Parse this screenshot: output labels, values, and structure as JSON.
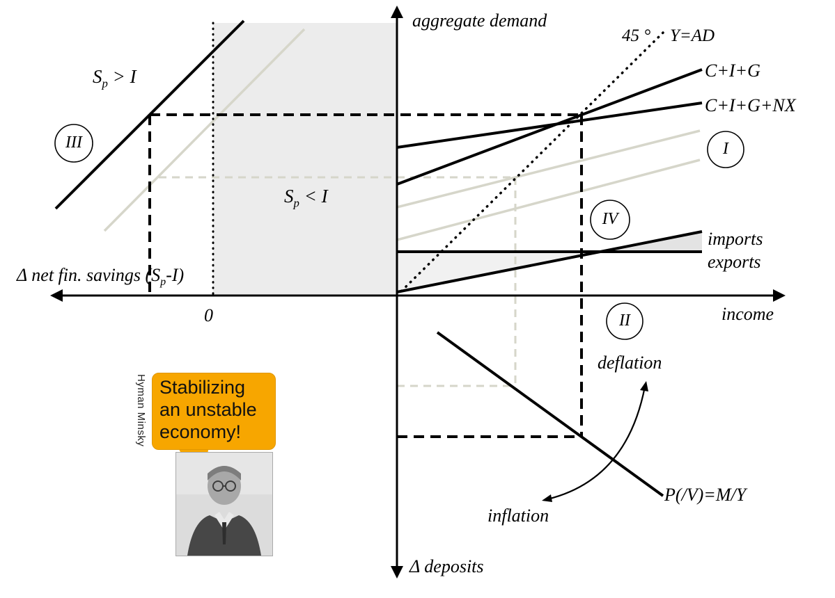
{
  "colors": {
    "bubble": "#F7A600",
    "shade": "#ECECEC",
    "wedge_left": "#F1F1F1",
    "wedge_right": "#E3E3E3",
    "gray_line": "#D6D6CA"
  },
  "axes": {
    "top": "aggregate demand",
    "bottom": "Δ deposits",
    "right": "income",
    "left_pre": "Δ net fin. savings (S",
    "left_sub": "p",
    "left_post": "-I)"
  },
  "q1": {
    "angle45": "45 °",
    "yad": "Y=AD",
    "cig": "C+I+G",
    "cignx": "C+I+G+NX",
    "imports": "imports",
    "exports": "exports",
    "numeral": "I"
  },
  "q2": {
    "numeral": "II",
    "deflation": "deflation",
    "inflation": "inflation",
    "price": "P(/V)=M/Y"
  },
  "q3": {
    "numeral": "III",
    "spgt_s": "S",
    "spgt_sub": "p",
    "spgt_rest": " > I",
    "splt_s": "S",
    "splt_sub": "p",
    "splt_rest": " < I",
    "zero": "0"
  },
  "q4": {
    "numeral": "IV"
  },
  "minsky": {
    "name_vertical": "Hyman Minsky",
    "bubble_lines": [
      "Stabilizing",
      "an unstable",
      "economy!"
    ]
  }
}
